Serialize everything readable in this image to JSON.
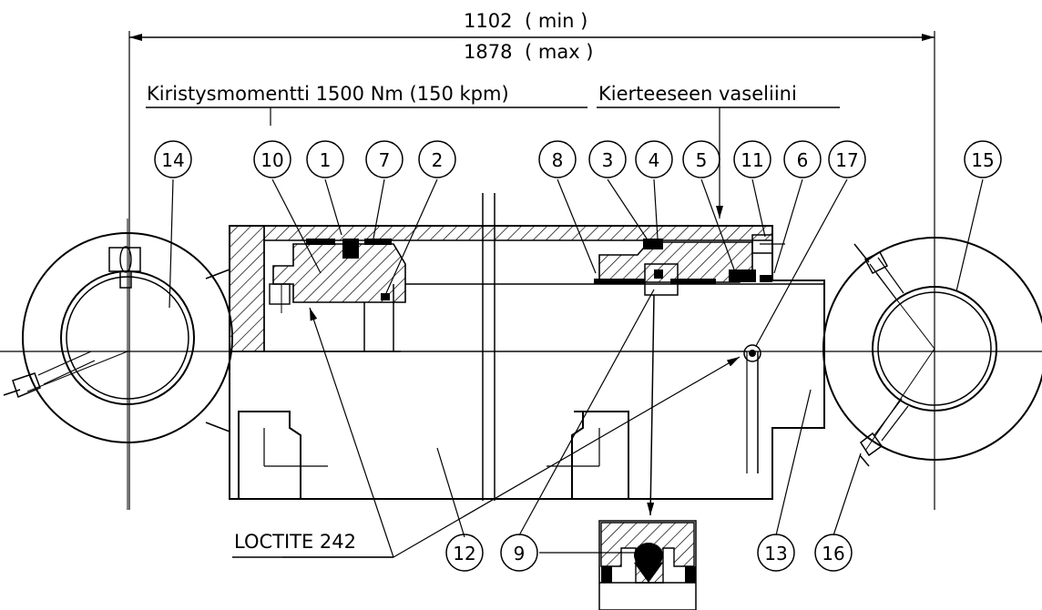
{
  "dimensions": {
    "min_value": "1102",
    "min_label": "( min )",
    "max_value": "1878",
    "max_label": "( max )"
  },
  "notes": {
    "torque": "Kiristysmomentti 1500 Nm (150 kpm)",
    "thread": "Kierteeseen vaseliini",
    "loctite": "LOCTITE 242"
  },
  "balloons": [
    "14",
    "10",
    "1",
    "7",
    "2",
    "8",
    "3",
    "4",
    "5",
    "11",
    "6",
    "17",
    "15",
    "12",
    "9",
    "13",
    "16"
  ]
}
